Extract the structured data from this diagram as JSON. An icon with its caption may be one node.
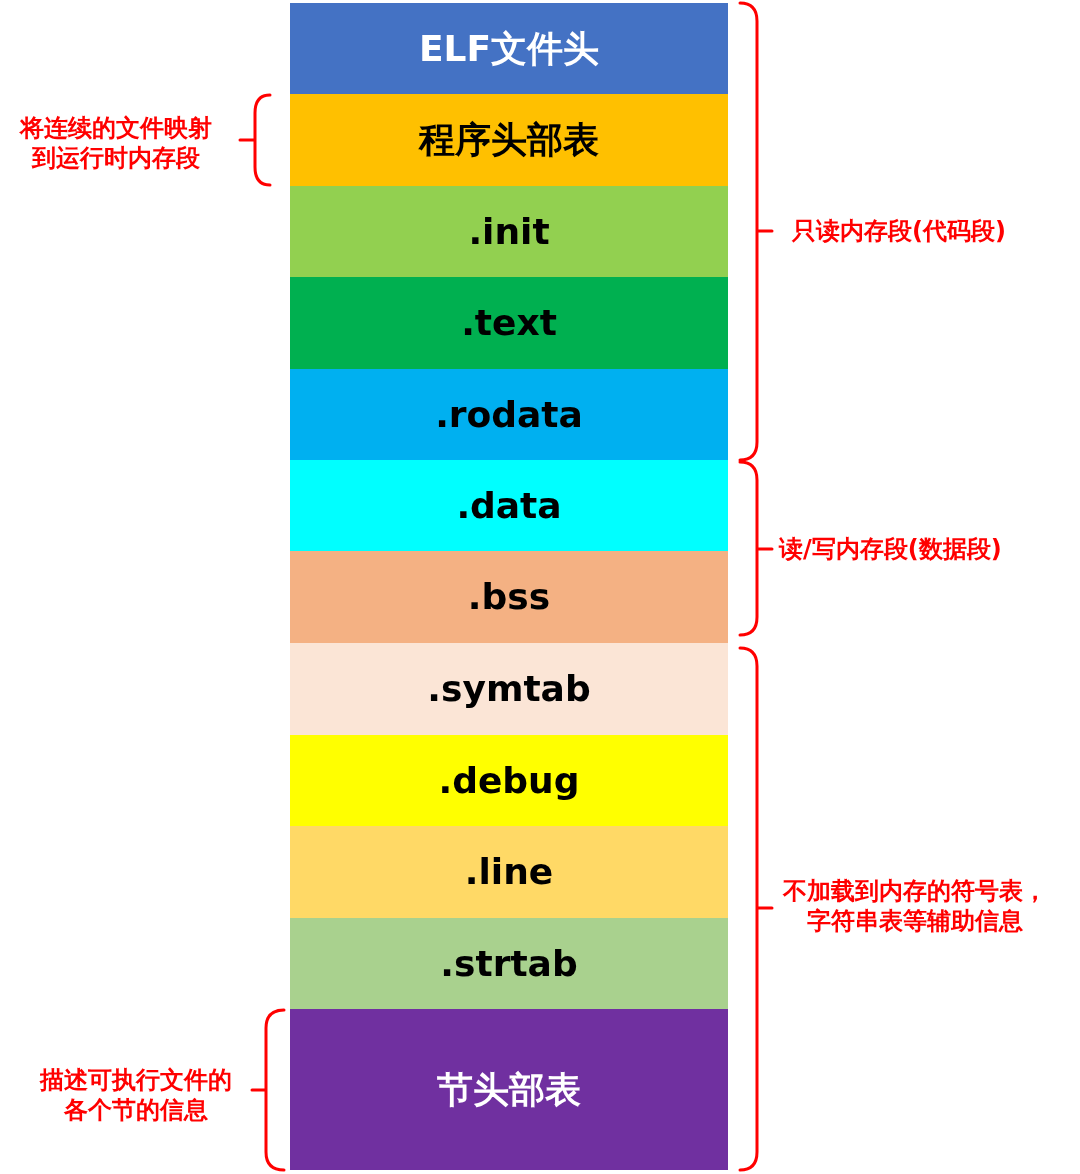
{
  "diagram": {
    "nodes": [
      {
        "text": [
          "ELF文件头"
        ]
      },
      {
        "text": [
          "程序头部表"
        ]
      },
      {
        "text": [
          ".init"
        ]
      },
      {
        "text": [
          ".text"
        ]
      },
      {
        "text": [
          ".rodata"
        ]
      },
      {
        "text": [
          ".data"
        ]
      },
      {
        "text": [
          ".bss"
        ]
      },
      {
        "text": [
          ".symtab"
        ]
      },
      {
        "text": [
          ".debug"
        ]
      },
      {
        "text": [
          ".line"
        ]
      },
      {
        "text": [
          ".strtab"
        ]
      },
      {
        "text": [
          "节头部表"
        ]
      }
    ],
    "labels": [
      "将连续的文件映射到运行时内存段",
      "只读内存段(代码段)",
      "读/写内存段(数据段)",
      "不加载到内存的符号表，字符串表等辅助信息",
      "描述可执行文件的各个节的信息"
    ]
  }
}
